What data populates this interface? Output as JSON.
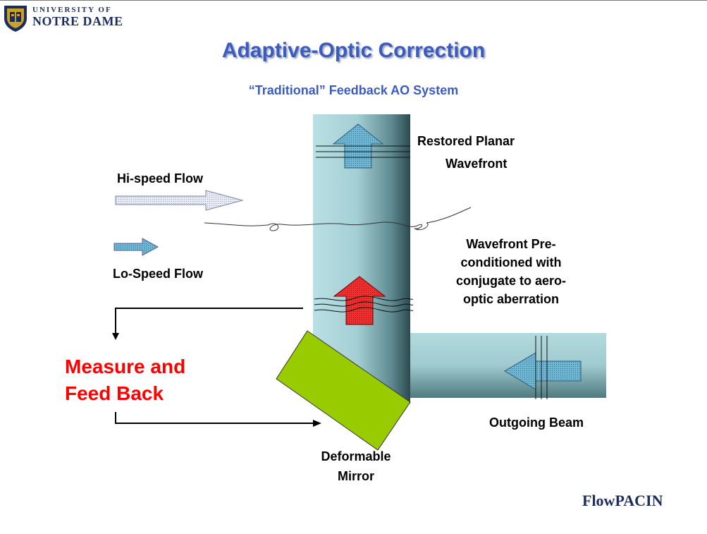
{
  "logo": {
    "line1": "UNIVERSITY OF",
    "line2": "NOTRE DAME",
    "icon": "notre-dame-shield"
  },
  "title": "Adaptive-Optic Correction",
  "subtitle": "“Traditional” Feedback AO System",
  "labels": {
    "hi_speed": "Hi-speed Flow",
    "lo_speed": "Lo-Speed Flow",
    "restored_1": "Restored Planar",
    "restored_2": "Wavefront",
    "pre_1": "Wavefront Pre-",
    "pre_2": "conditioned with",
    "pre_3": "conjugate to aero-",
    "pre_4": "optic aberration",
    "measure_1": "Measure and",
    "measure_2": "Feed Back",
    "outgoing": "Outgoing Beam",
    "mirror_1": "Deformable",
    "mirror_2": "Mirror"
  },
  "brand": "FlowPACIN",
  "colors": {
    "title": "#3b5bbf",
    "beam": "#a9d4d9",
    "beam_dark": "#2f4f55",
    "mirror": "#99cc00",
    "arrow_blue": "#5aa9c7",
    "arrow_red": "#e02020",
    "feedback_text": "#ff0000"
  }
}
